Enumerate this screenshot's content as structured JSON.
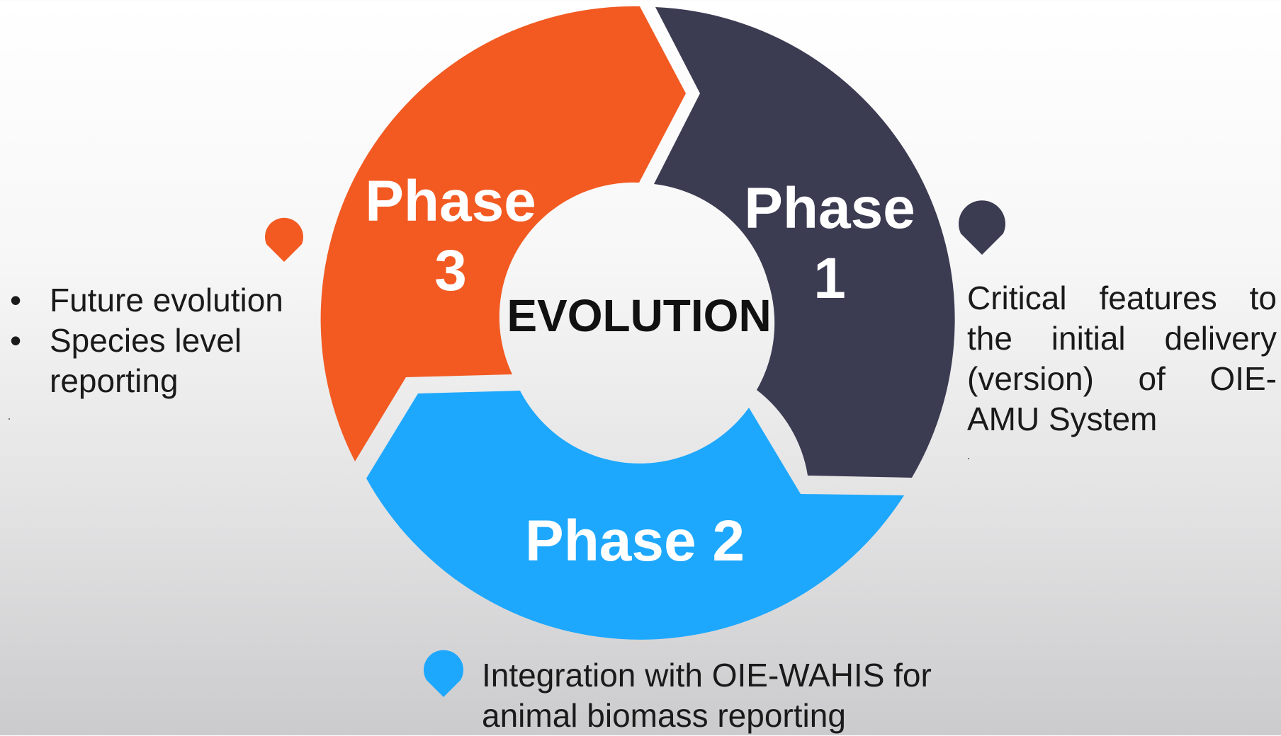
{
  "center": {
    "label": "EVOLUTION"
  },
  "phases": [
    {
      "id": "phase1",
      "line1": "Phase",
      "line2": "1",
      "color": "#3b3b52"
    },
    {
      "id": "phase2",
      "line1": "Phase 2",
      "color": "#1ea8fd"
    },
    {
      "id": "phase3",
      "line1": "Phase",
      "line2": "3",
      "color": "#f25a22"
    }
  ],
  "notes": {
    "left": {
      "items": [
        "Future evolution",
        "Species level reporting"
      ]
    },
    "right": {
      "text": "Critical features to the initial delivery (version) of OIE-AMU System"
    },
    "bottom": {
      "text": "Integration with OIE-WAHIS for animal biomass reporting"
    }
  },
  "markers": [
    {
      "name": "phase1-marker",
      "color": "#3b3b52"
    },
    {
      "name": "phase2-marker",
      "color": "#1ea8fd"
    },
    {
      "name": "phase3-marker",
      "color": "#f25a22"
    }
  ]
}
